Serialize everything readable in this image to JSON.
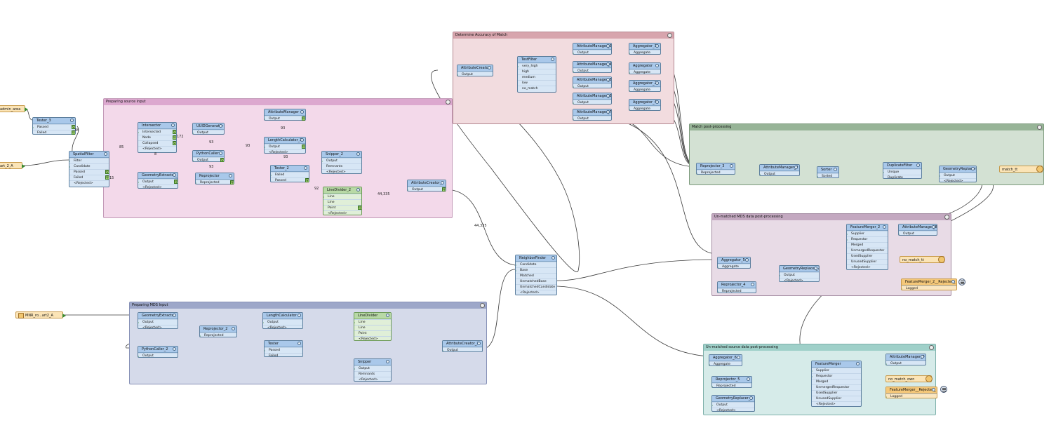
{
  "bookmarks": {
    "determine": "Determine Accuracy of Match",
    "preparing_source": "Preparing source input",
    "match_post": "Match post-processing",
    "unmatched_mds": "Un-matched MDS data post-processing",
    "preparing_mds": "Preparing MDS Input",
    "unmatched_source": "Un-matched source data post-processing"
  },
  "readers": {
    "admin_area": "admin_area",
    "art_2_a": "art_2_A",
    "mnr": "MNR_ro...art2_A"
  },
  "writers": {
    "match_tt": "match_tt",
    "no_match_tt": "no_match_tt",
    "no_match_own": "no_match_own"
  },
  "transformers": {
    "tester_3": {
      "title": "Tester_3",
      "p1": "Passed",
      "p2": "Failed"
    },
    "spatialfilter": {
      "title": "SpatialFilter",
      "p1": "Filter",
      "p2": "Candidate",
      "p3": "Passed",
      "p4": "Failed",
      "p5": "<Rejected>"
    },
    "intersector": {
      "title": "Intersector",
      "p1": "Intersected",
      "p2": "Node",
      "p3": "Collapsed",
      "p4": "<Rejected>"
    },
    "geomextractor_2": {
      "title": "GeometryExtractor_2",
      "p1": "Output",
      "p2": "<Rejected>"
    },
    "uuid": {
      "title": "UUIDGenerator",
      "p1": "Output"
    },
    "pythoncaller": {
      "title": "PythonCaller",
      "p1": "Output"
    },
    "reprojector": {
      "title": "Reprojector",
      "p1": "Reprojected"
    },
    "attrmgr": {
      "title": "AttributeManager",
      "p1": "Output"
    },
    "lengthcalc_2": {
      "title": "LengthCalculator_2",
      "p1": "Output",
      "p2": "<Rejected>"
    },
    "tester_2": {
      "title": "Tester_2",
      "p1": "Failed",
      "p2": "Passed"
    },
    "snipper_2": {
      "title": "Snipper_2",
      "p1": "Output",
      "p2": "Remnants",
      "p3": "<Rejected>"
    },
    "linedivider_2": {
      "title": "LineDivider_2",
      "p1": "Line",
      "p2": "Line",
      "p3": "Point",
      "p4": "<Rejected>"
    },
    "attrcreator_3": {
      "title": "AttributeCreator_3",
      "p1": "Output"
    },
    "attrcreator": {
      "title": "AttributeCreator",
      "p1": "Output"
    },
    "testfilter": {
      "title": "TestFilter",
      "p1": "very_high",
      "p2": "high",
      "p3": "medium",
      "p4": "low",
      "p5": "no_match"
    },
    "am3": {
      "title": "AttributeManager_3",
      "p1": "Output"
    },
    "am4": {
      "title": "AttributeManager_4",
      "p1": "Output"
    },
    "am5": {
      "title": "AttributeManager_5",
      "p1": "Output"
    },
    "am5b": {
      "title": "AttributeManager_5",
      "p1": "Output"
    },
    "am7": {
      "title": "AttributeManager_7",
      "p1": "Output"
    },
    "ag3": {
      "title": "Aggregator_3",
      "p1": "Aggregate"
    },
    "ag": {
      "title": "Aggregator",
      "p1": "Aggregate"
    },
    "ag2": {
      "title": "Aggregator_2",
      "p1": "Aggregate"
    },
    "ag4": {
      "title": "Aggregator_4",
      "p1": "Aggregate"
    },
    "reproj_3": {
      "title": "Reprojector_3",
      "p1": "Reprojected"
    },
    "am2": {
      "title": "AttributeManager_2",
      "p1": "Output"
    },
    "sorter": {
      "title": "Sorter",
      "p1": "Sorted"
    },
    "dupfilter": {
      "title": "DuplicateFilter",
      "p1": "Unique",
      "p2": "Duplicate"
    },
    "georeplacer": {
      "title": "GeometryReplacer",
      "p1": "Output",
      "p2": "<Rejected>"
    },
    "neighbor": {
      "title": "NeighborFinder",
      "p1": "Candidate",
      "p2": "Base",
      "p3": "Matched",
      "p4": "UnmatchedBase",
      "p5": "UnmatchedCandidate",
      "p6": "<Rejected>"
    },
    "fm2": {
      "title": "FeatureMerger_2",
      "p1": "Supplier",
      "p2": "Requestor",
      "p3": "Merged",
      "p4": "UnmergedRequestor",
      "p5": "UsedSupplier",
      "p6": "UnusedSupplier",
      "p7": "<Rejected>"
    },
    "am8": {
      "title": "AttributeManager_8",
      "p1": "Output"
    },
    "ag5": {
      "title": "Aggregator_5",
      "p1": "Aggregate"
    },
    "reproj_4": {
      "title": "Reprojector_4",
      "p1": "Reprojected"
    },
    "georepl_2": {
      "title": "GeometryReplacer_2",
      "p1": "Output",
      "p2": "<Rejected>"
    },
    "fm2rej": {
      "title": "FeatureMerger_2__Rejected_",
      "p1": "Logged"
    },
    "geomextractor": {
      "title": "GeometryExtractor",
      "p1": "Output",
      "p2": "<Rejected>"
    },
    "pythoncaller_2": {
      "title": "PythonCaller_2",
      "p1": "Output"
    },
    "reproj_2": {
      "title": "Reprojector_2",
      "p1": "Reprojected"
    },
    "lengthcalc": {
      "title": "LengthCalculator",
      "p1": "Output",
      "p2": "<Rejected>"
    },
    "tester": {
      "title": "Tester",
      "p1": "Passed",
      "p2": "Failed"
    },
    "linedivider": {
      "title": "LineDivider",
      "p1": "Line",
      "p2": "Line",
      "p3": "Point",
      "p4": "<Rejected>"
    },
    "snipper": {
      "title": "Snipper",
      "p1": "Output",
      "p2": "Remnants",
      "p3": "<Rejected>"
    },
    "attrcreator_2": {
      "title": "AttributeCreator_2",
      "p1": "Output"
    },
    "ag6": {
      "title": "Aggregator_6",
      "p1": "Aggregate"
    },
    "reproj_5": {
      "title": "Reprojector_5",
      "p1": "Reprojected"
    },
    "georepl_3": {
      "title": "GeometryReplacer_3",
      "p1": "Output",
      "p2": "<Rejected>"
    },
    "fm": {
      "title": "FeatureMerger",
      "p1": "Supplier",
      "p2": "Requestor",
      "p3": "Merged",
      "p4": "UnmergedRequestor",
      "p5": "UsedSupplier",
      "p6": "UnusedSupplier",
      "p7": "<Rejected>"
    },
    "am9": {
      "title": "AttributeManager_9",
      "p1": "Output"
    },
    "fmrej": {
      "title": "FeatureMerger__Rejected_",
      "p1": "Logged"
    }
  },
  "counts": {
    "c85": "85",
    "c172": "172",
    "c38": "38",
    "c15": "15",
    "c93a": "93",
    "c93b": "93",
    "c93c": "93",
    "c93d": "93",
    "c93e": "93",
    "c92": "92",
    "c44335a": "44,335",
    "c44335b": "44,335",
    "c8": "8"
  },
  "colors": {
    "connection": "#3a3a3a",
    "port": "#3b8a2e",
    "rejected": "#d62020"
  }
}
